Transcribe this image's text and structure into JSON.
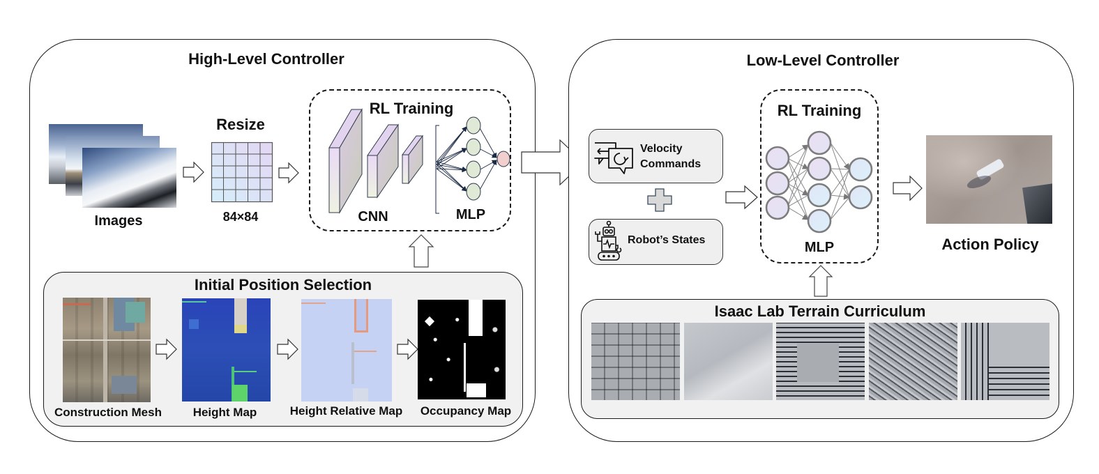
{
  "high_level": {
    "title": "High-Level Controller",
    "images_label": "Images",
    "resize_title": "Resize",
    "resize_size": "84×84",
    "rl_training_title": "RL Training",
    "cnn_label": "CNN",
    "mlp_label": "MLP",
    "initial_position": {
      "title": "Initial Position Selection",
      "maps": [
        {
          "label": "Construction Mesh"
        },
        {
          "label": "Height Map"
        },
        {
          "label": "Height Relative Map"
        },
        {
          "label": "Occupancy Map"
        }
      ]
    }
  },
  "low_level": {
    "title": "Low-Level Controller",
    "velocity_commands": "Velocity Commands",
    "velocity_line1": "Velocity",
    "velocity_line2": "Commands",
    "robot_states": "Robot’s States",
    "rl_training_title": "RL Training",
    "mlp_label": "MLP",
    "action_policy": "Action Policy",
    "terrain": {
      "title": "Isaac Lab Terrain Curriculum",
      "tiles": [
        "pyramid-boxes",
        "rough-slope",
        "inverted-stairs",
        "random-rough",
        "stairs"
      ]
    }
  },
  "icons": {
    "velocity": "chat-bubbles-arrows-icon",
    "robot": "robot-icon",
    "plus": "plus-icon"
  },
  "colors": {
    "cnn_fill_top": "#e7d9f2",
    "cnn_fill_bottom": "#eef3e3",
    "mlp_node_green": "#dfe9d6",
    "mlp_output_red": "#f1cfcf",
    "ll_node_purple": "#e6def4",
    "ll_node_blue": "#ddeefa",
    "grid_fill": "#dcd8f4",
    "section_gray": "#f1f1f1"
  }
}
